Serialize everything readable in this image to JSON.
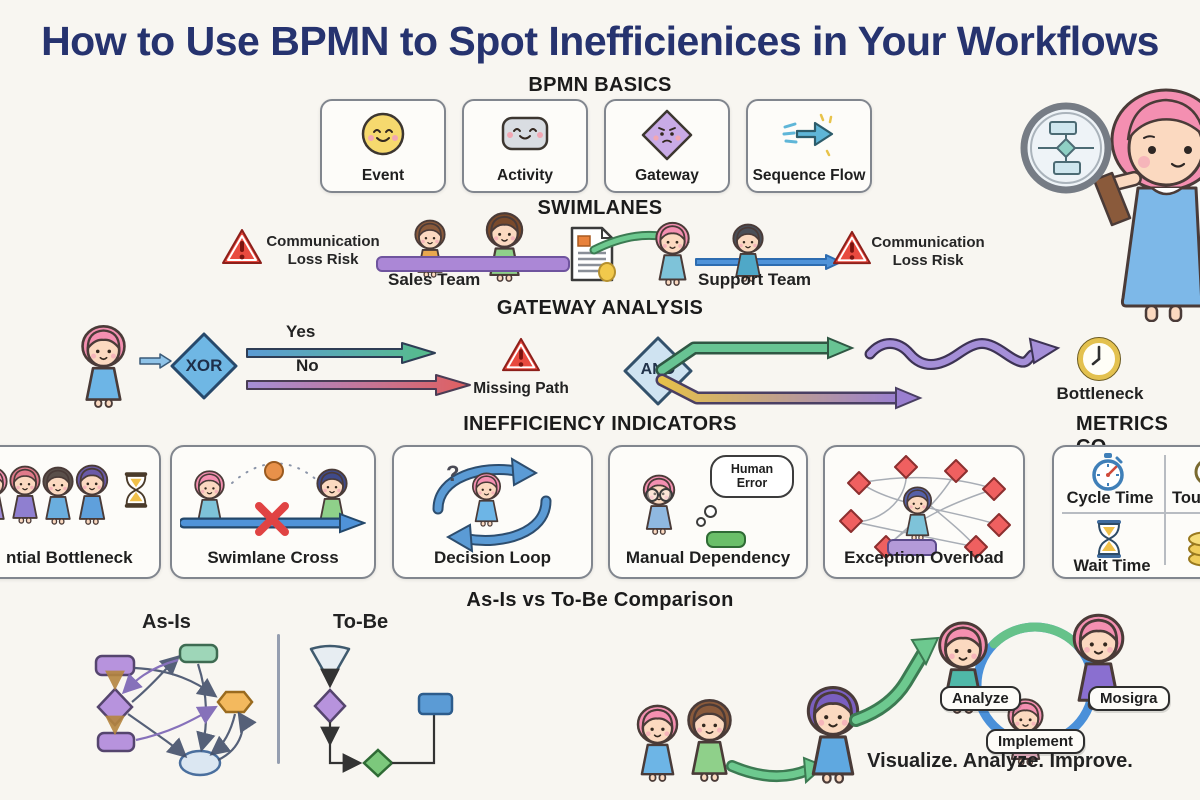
{
  "title": "How to Use BPMN to Spot Inefficienices in Your Workflows",
  "basics": {
    "header": "BPMN BASICS",
    "cards": [
      {
        "label": "Event"
      },
      {
        "label": "Activity"
      },
      {
        "label": "Gateway"
      },
      {
        "label": "Sequence Flow"
      }
    ]
  },
  "swimlanes": {
    "header": "SWIMLANES",
    "warning_left": "Communication Loss Risk",
    "warning_right": "Communication Loss Risk",
    "lane1": "Sales Team",
    "lane2": "Support Team"
  },
  "gateway_analysis": {
    "header": "GATEWAY ANALYSIS",
    "xor": "XOR",
    "and": "AND",
    "yes": "Yes",
    "no": "No",
    "missing_path": "Missing Path",
    "bottleneck": "Bottleneck"
  },
  "indicators": {
    "header": "INEFFICIENCY INDICATORS",
    "card1_label": "ntial Bottleneck",
    "card2_label": "Swimlane Cross",
    "card3_label": "Decision Loop",
    "card3_glyph": "?",
    "card4_label": "Manual Dependency",
    "card4_thought": "Human Error",
    "card5_label": "Exception Overload"
  },
  "metrics": {
    "header": "METRICS CO",
    "cell1": "Cycle Time",
    "cell2": "Tou",
    "cell3": "Wait Time"
  },
  "comparison": {
    "header": "As-Is vs To-Be Comparison",
    "as_is": "As-Is",
    "to_be": "To-Be",
    "cycle": [
      "Analyze",
      "Mosigra",
      "Implement"
    ],
    "tagline": "Visualize. Analyze. Improve."
  },
  "colors": {
    "title_navy": "#26336f",
    "background": "#f8f6f1",
    "event_yellow": "#f6d96e",
    "activity_gray": "#d9dde2",
    "gateway_purple": "#c9abe6",
    "flow_teal": "#5fb6d8",
    "warning_red": "#e84a3f",
    "sales_lane_purple": "#ab87d6",
    "support_lane_blue": "#4f93d9",
    "yes_green": "#56bd8a",
    "no_red": "#e05f5f",
    "wavy_purple": "#a58fd8",
    "clock_gold": "#e3c14f",
    "error_diamond_red": "#ef6060"
  },
  "icons": {
    "event": "yellow-smiley-circle",
    "activity": "gray-rounded-rect-face",
    "gateway": "purple-diamond-face",
    "sequence_flow": "teal-arrow-sparks",
    "warning": "red-triangle-exclamation",
    "document": "paper-sheet",
    "clock": "gold-clock",
    "stopwatch": "blue-stopwatch",
    "hourglass": "hourglass-sand",
    "coins": "coin-stack",
    "magnifier": "magnifying-glass-flowchart"
  }
}
